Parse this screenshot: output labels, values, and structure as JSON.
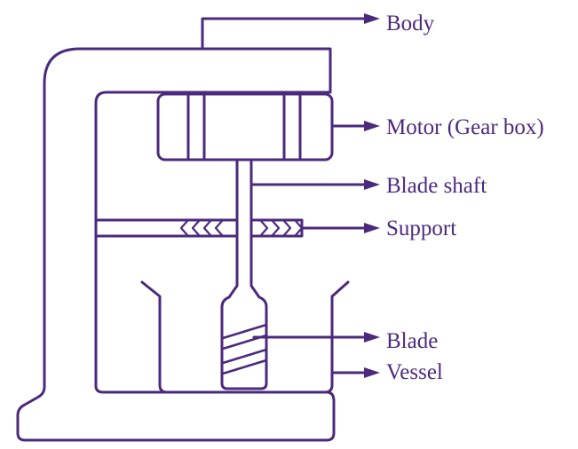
{
  "colors": {
    "stroke": "#4b2a7e",
    "background": "#ffffff"
  },
  "labels": {
    "body": "Body",
    "motor": "Motor (Gear box)",
    "blade_shaft": "Blade shaft",
    "support": "Support",
    "blade": "Blade",
    "vessel": "Vessel"
  }
}
